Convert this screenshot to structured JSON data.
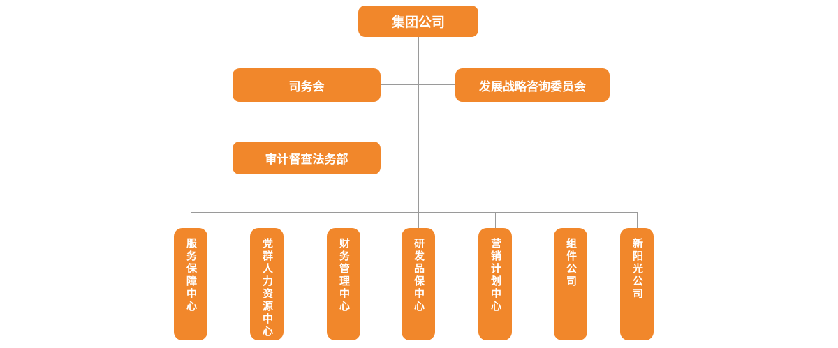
{
  "chart": {
    "root": {
      "label": "集团公司"
    },
    "level2": {
      "left": {
        "label": "司务会"
      },
      "right": {
        "label": "发展战略咨询委员会"
      }
    },
    "level3": {
      "left": {
        "label": "审计督查法务部"
      }
    },
    "departments": [
      {
        "label": "服务保障中心"
      },
      {
        "label": "党群人力资源中心"
      },
      {
        "label": "财务管理中心"
      },
      {
        "label": "研发品保中心"
      },
      {
        "label": "营销计划中心"
      },
      {
        "label": "组件公司"
      },
      {
        "label": "新阳光公司"
      }
    ]
  },
  "colors": {
    "node_fill": "#F1872B",
    "node_shadow": "#E9E9E7",
    "connector": "#9A9A9A",
    "node_text": "#FFFFFF"
  }
}
